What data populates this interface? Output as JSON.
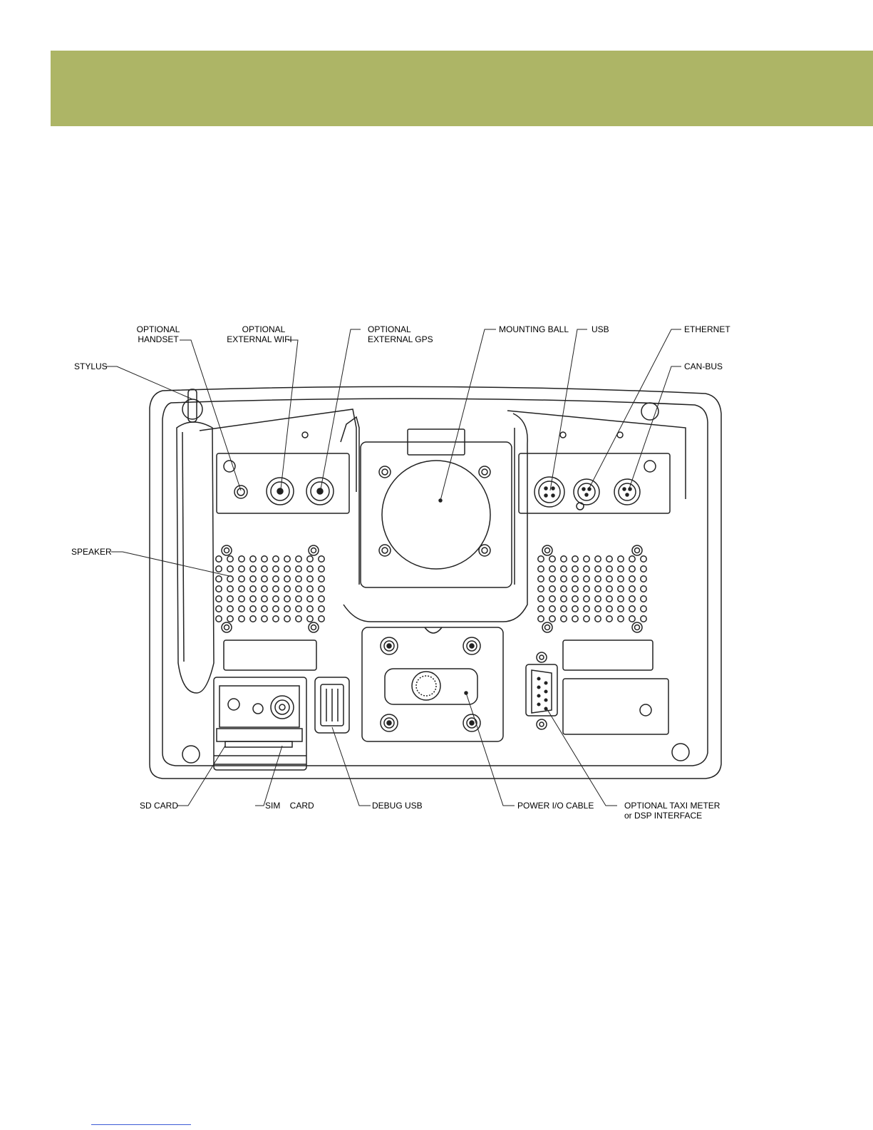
{
  "header": {
    "band_color": "#adb566"
  },
  "labels": {
    "optional_handset": [
      "OPTIONAL",
      "HANDSET"
    ],
    "optional_external_wifi": [
      "OPTIONAL",
      "EXTERNAL WIFI"
    ],
    "optional_external_gps": [
      "OPTIONAL",
      "EXTERNAL GPS"
    ],
    "mounting_ball": "MOUNTING BALL",
    "usb": "USB",
    "ethernet": "ETHERNET",
    "stylus": "STYLUS",
    "can_bus": "CAN-BUS",
    "speaker": "SPEAKER",
    "sd_card": "SD CARD",
    "sim_card": "SIM    CARD",
    "debug_usb": "DEBUG USB",
    "power_io_cable": "POWER I/O CABLE",
    "optional_taxi_meter": [
      "OPTIONAL TAXI METER",
      "or DSP INTERFACE"
    ]
  },
  "colors": {
    "line": "#222222",
    "footer_link": "#3b5bd6"
  }
}
